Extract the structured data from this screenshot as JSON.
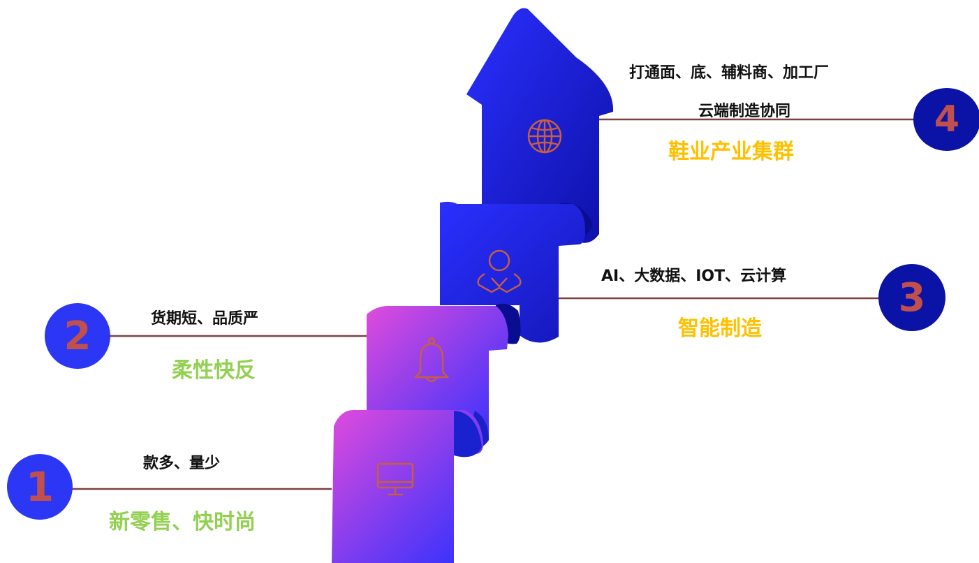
{
  "colors": {
    "circle_blue": "#2b37f5",
    "circle_dark_blue": "#0b12a6",
    "number_red": "#c0504d",
    "line": "#7f3f3f",
    "green_text": "#92d050",
    "gold_text": "#ffc000",
    "ribbon_magenta": "#d846e0",
    "ribbon_blue": "#2c2cff",
    "ribbon_navy": "#0d0fa0",
    "icon_stroke": "#c5603f"
  },
  "steps": [
    {
      "number": "1",
      "subtitle": "款多、量少",
      "title": "新零售、快时尚",
      "icon": "monitor-icon"
    },
    {
      "number": "2",
      "subtitle": "货期短、品质严",
      "title": "柔性快反",
      "icon": "bell-icon"
    },
    {
      "number": "3",
      "subtitle": "AI、大数据、IOT、云计算",
      "title": "智能制造",
      "icon": "user-icon"
    },
    {
      "number": "4",
      "subtitle_line1": "打通面、底、辅料商、加工厂",
      "subtitle_line2": "云端制造协同",
      "title": "鞋业产业集群",
      "icon": "globe-icon"
    }
  ]
}
